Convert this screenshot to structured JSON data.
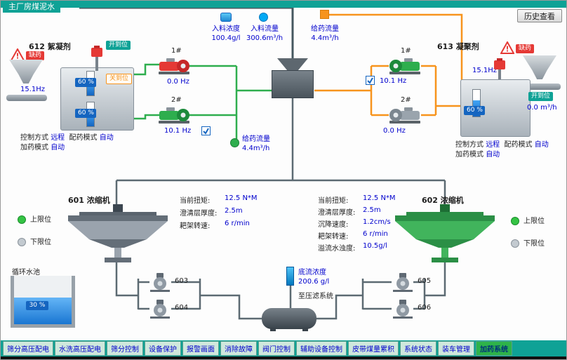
{
  "colors": {
    "teal": "#0FA296",
    "value_blue": "#0000CD",
    "alarm_red": "#E53935",
    "pump_green": "#2EAE4E",
    "pump_red": "#E53935",
    "thickener_green": "#41B45C",
    "dosing_orange": "#F7941D",
    "water_blue": "#1E88E5",
    "active_tab_green": "#2DB34A"
  },
  "header": {
    "plant_label": "主厂房煤泥水",
    "history_button": "历史查看"
  },
  "top_instruments": {
    "feed_concentration_label": "入料浓度",
    "feed_concentration_value": "100.4g/l",
    "feed_flow_label": "入料流量",
    "feed_flow_value": "300.6m³/h",
    "dosing_flow_label": "给药流量",
    "dosing_flow_value": "4.4m³/h"
  },
  "unit_612": {
    "title": "612 絮凝剂",
    "alarm": "缺药",
    "open_status": "开到位",
    "close_status": "关到位",
    "pump_freq": "15.1Hz",
    "level_top": "60 %",
    "level_bottom": "60 %",
    "ctrl_mode_label": "控制方式",
    "ctrl_mode_value": "远程",
    "mix_mode_label": "配药模式",
    "mix_mode_value": "自动",
    "dose_mode_label": "加药模式",
    "dose_mode_value": "自动"
  },
  "left_pumps": {
    "p1_label": "1#",
    "p1_freq": "0.0 Hz",
    "p2_label": "2#",
    "p2_freq": "10.1 Hz"
  },
  "center_flow": {
    "label": "给药流量",
    "value": "4.4m³/h"
  },
  "right_pumps": {
    "p1_label": "1#",
    "p1_freq": "10.1 Hz",
    "p2_label": "2#",
    "p2_freq": "0.0 Hz"
  },
  "unit_613": {
    "title": "613 凝聚剂",
    "alarm": "缺药",
    "pump_freq": "15.1Hz",
    "open_status": "开到位",
    "dosing_flow_value": "0.0 m³/h",
    "level": "60 %",
    "ctrl_mode_label": "控制方式",
    "ctrl_mode_value": "远程",
    "mix_mode_label": "配药模式",
    "mix_mode_value": "自动",
    "dose_mode_label": "加药模式",
    "dose_mode_value": "自动"
  },
  "thickener_601": {
    "title": "601 浓缩机",
    "upper_limit": "上限位",
    "lower_limit": "下限位",
    "rows": [
      {
        "label": "当前扭矩:",
        "value": "12.5 N*M"
      },
      {
        "label": "澄清层厚度:",
        "value": "2.5m"
      },
      {
        "label": "耙架转速:",
        "value": "6 r/min"
      }
    ]
  },
  "thickener_602": {
    "title": "602 浓缩机",
    "upper_limit": "上限位",
    "lower_limit": "下限位",
    "rows": [
      {
        "label": "当前扭矩:",
        "value": "12.5 N*M"
      },
      {
        "label": "澄清层厚度:",
        "value": "2.5m"
      },
      {
        "label": "沉降速度:",
        "value": "1.2cm/s"
      },
      {
        "label": "耙架转速:",
        "value": "6 r/min"
      },
      {
        "label": "溢流水浊度:",
        "value": "10.5g/l"
      }
    ]
  },
  "pool": {
    "title": "循环水池",
    "level": "30 %"
  },
  "bottom_pumps": {
    "p603": "603",
    "p604": "604",
    "p605": "605",
    "p606": "606"
  },
  "underflow": {
    "label": "底流浓度",
    "value": "200.6 g/l",
    "destination": "至压滤系统"
  },
  "nav": {
    "tabs": [
      "筛分高压配电",
      "水洗高压配电",
      "筛分控制",
      "设备保护",
      "报警画面",
      "消除故障",
      "阀门控制",
      "辅助设备控制",
      "皮带煤量累积",
      "系统状态",
      "装车管理",
      "加药系统"
    ],
    "active_tab": "加药系统"
  }
}
